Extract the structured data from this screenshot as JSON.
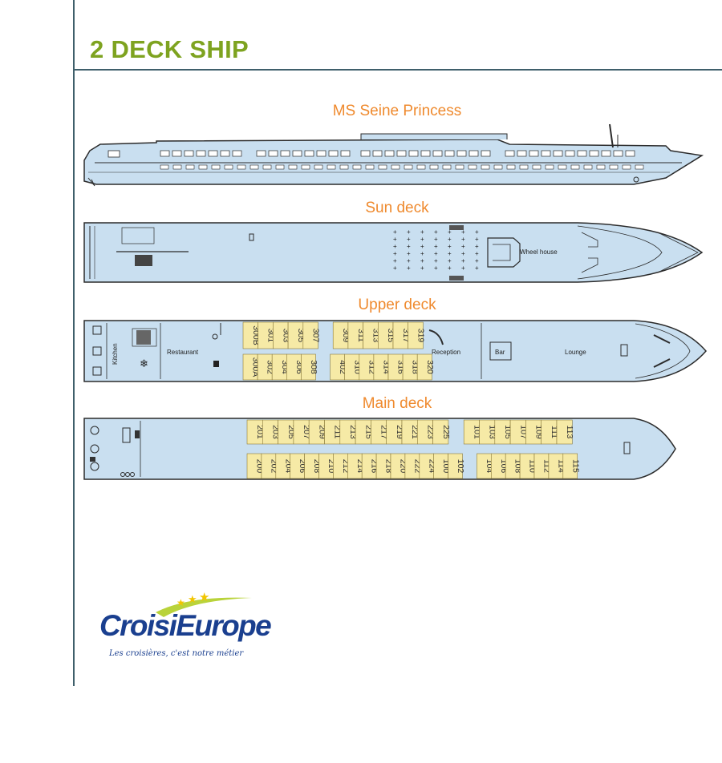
{
  "page": {
    "title": "2 DECK SHIP"
  },
  "ship": {
    "name": "MS Seine Princess"
  },
  "decks": {
    "sun": {
      "label": "Sun deck",
      "rooms": {
        "wheel_house": "Wheel house"
      }
    },
    "upper": {
      "label": "Upper deck",
      "rooms": {
        "kitchen": "Kitchen",
        "restaurant": "Restaurant",
        "reception": "Reception",
        "bar": "Bar",
        "lounge": "Lounge"
      },
      "cabins_top": [
        "300B",
        "301",
        "303",
        "305",
        "307",
        "",
        "309",
        "311",
        "313",
        "315",
        "317",
        "319"
      ],
      "cabins_bottom": [
        "300A",
        "302",
        "304",
        "306",
        "308",
        "",
        "402",
        "310",
        "312",
        "314",
        "316",
        "318",
        "320"
      ]
    },
    "main": {
      "label": "Main deck",
      "cabins_top": [
        "201",
        "203",
        "205",
        "207",
        "209",
        "211",
        "213",
        "215",
        "217",
        "219",
        "221",
        "223",
        "225",
        "",
        "101",
        "103",
        "105",
        "107",
        "109",
        "111",
        "113"
      ],
      "cabins_bottom": [
        "200",
        "202",
        "204",
        "206",
        "208",
        "210",
        "212",
        "214",
        "216",
        "218",
        "220",
        "222",
        "224",
        "100",
        "102",
        "",
        "104",
        "106",
        "108",
        "110",
        "112",
        "114",
        "115"
      ]
    }
  },
  "logo": {
    "brand": "CroisiEurope",
    "tagline": "Les croisières, c'est notre métier"
  },
  "colors": {
    "title": "#7ea320",
    "label": "#ef8a2e",
    "deck_fill": "#c9dff0",
    "cabin_fill": "#f6eaa6",
    "rule": "#3f5f6b"
  }
}
